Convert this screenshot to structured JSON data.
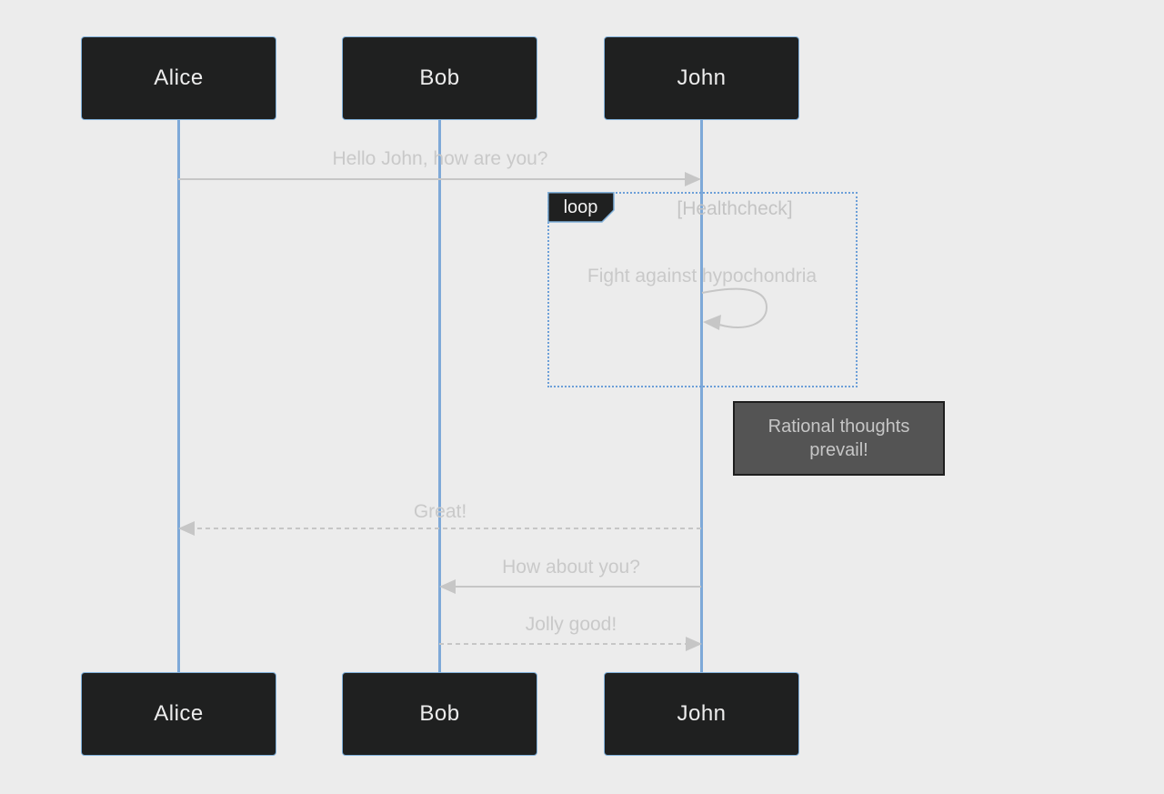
{
  "diagram": {
    "type": "sequence-diagram",
    "participants": [
      {
        "name": "Alice"
      },
      {
        "name": "Bob"
      },
      {
        "name": "John"
      }
    ],
    "messages": [
      {
        "from": "Alice",
        "to": "John",
        "text": "Hello John, how are you?",
        "line": "solid",
        "arrow": "filled-right"
      },
      {
        "from": "John",
        "to": "John",
        "text": "Fight against hypochondria",
        "line": "self-loop",
        "arrow": "filled-left"
      },
      {
        "from": "John",
        "to": "Alice",
        "text": "Great!",
        "line": "dashed",
        "arrow": "filled-left"
      },
      {
        "from": "John",
        "to": "Bob",
        "text": "How about you?",
        "line": "solid",
        "arrow": "filled-left"
      },
      {
        "from": "Bob",
        "to": "John",
        "text": "Jolly good!",
        "line": "dashed",
        "arrow": "filled-right"
      }
    ],
    "loop": {
      "label": "loop",
      "condition": "[Healthcheck]"
    },
    "note": {
      "text": "Rational thoughts prevail!",
      "position": "right of John"
    },
    "colors": {
      "background": "#ececec",
      "actor_fill": "#1f2020",
      "actor_border": "#81b1db",
      "actor_text": "#ededed",
      "lifeline": "#7ea9d8",
      "message_line": "#c6c6c6",
      "message_text": "#c9c9c9",
      "loop_border": "#6c9fd8",
      "loop_label_fill": "#1f2020",
      "note_fill": "#545454",
      "note_border": "#1e1e1e",
      "note_text": "#c6c6c6"
    }
  }
}
